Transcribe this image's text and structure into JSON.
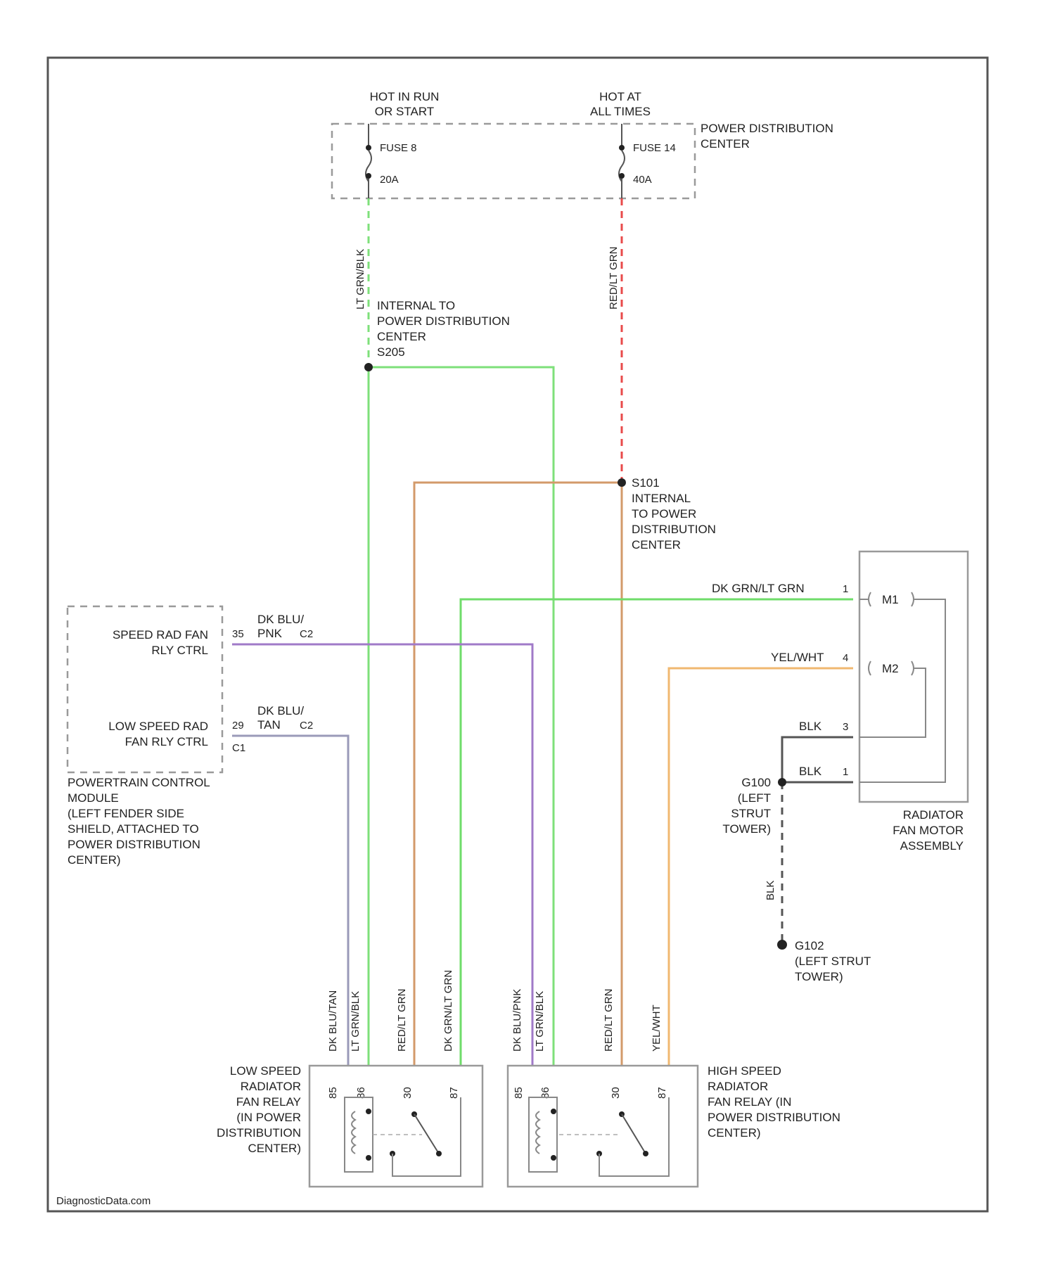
{
  "diagram": {
    "source_labels": {
      "hot_run": [
        "HOT IN RUN",
        "OR START"
      ],
      "hot_all": [
        "HOT AT",
        "ALL TIMES"
      ]
    },
    "pdc_label": [
      "POWER DISTRIBUTION",
      "CENTER"
    ],
    "fuse_a": {
      "name": "FUSE 8",
      "rating": "20A"
    },
    "fuse_b": {
      "name": "FUSE 14",
      "rating": "40A"
    },
    "wire_colors": {
      "lt_green": "#7ee07a",
      "red": "#e84a4a",
      "tan": "#d39a6a",
      "dk_green": "#6fdc6a",
      "violet": "#a07ac8",
      "gray_blue": "#9a9ab8",
      "yellow_orange": "#f0b870",
      "black": "#555555"
    },
    "wire_labels": {
      "lt_grn": "LT GRN/BLK",
      "red_lt_grn": "RED/LT GRN",
      "dk_grn_lt_grn": "DK GRN/LT GRN",
      "yel_wht": "YEL/WHT",
      "blk1": "BLK",
      "blk2": "BLK",
      "blk_vert": "BLK",
      "dk_blu_pnk": [
        "DK BLU/",
        "PNK"
      ],
      "dk_blu_tan": [
        "DK BLU/",
        "TAN"
      ]
    },
    "splices": {
      "s205": [
        "INTERNAL TO",
        "POWER DISTRIBUTION",
        "CENTER",
        "S205"
      ],
      "s101": [
        "S101",
        "INTERNAL",
        "TO POWER",
        "DISTRIBUTION",
        "CENTER"
      ]
    },
    "pcm": {
      "high_ctrl": [
        "SPEED RAD FAN",
        "RLY CTRL"
      ],
      "high_pin": "35",
      "high_conn": "C2",
      "low_ctrl": [
        "LOW SPEED RAD",
        "FAN RLY CTRL"
      ],
      "low_pin": "29",
      "low_conn": "C2",
      "low_conn2": "C1",
      "desc": [
        "POWERTRAIN CONTROL",
        "MODULE",
        "(LEFT FENDER SIDE",
        "SHIELD, ATTACHED TO",
        "POWER DISTRIBUTION",
        "CENTER)"
      ]
    },
    "motor": {
      "pin1": "1",
      "pin2": "4",
      "pin3": "3",
      "pin4": "1",
      "m1": "M1",
      "m2": "M2",
      "desc": [
        "RADIATOR",
        "FAN MOTOR",
        "ASSEMBLY"
      ]
    },
    "grounds": {
      "g100": [
        "G100",
        "(LEFT",
        "STRUT",
        "TOWER)"
      ],
      "g102": [
        "G102",
        "(LEFT STRUT",
        "TOWER)"
      ]
    },
    "low_relay": {
      "desc": [
        "LOW SPEED",
        "RADIATOR",
        "FAN RELAY",
        "(IN POWER",
        "DISTRIBUTION",
        "CENTER)"
      ],
      "wires": [
        "DK BLU/TAN",
        "LT GRN/BLK",
        "RED/LT GRN",
        "DK GRN/LT GRN"
      ],
      "pins": [
        "85",
        "86",
        "30",
        "87"
      ]
    },
    "high_relay": {
      "desc": [
        "HIGH SPEED",
        "RADIATOR",
        "FAN RELAY (IN",
        "POWER DISTRIBUTION",
        "CENTER)"
      ],
      "wires": [
        "DK BLU/PNK",
        "LT GRN/BLK",
        "RED/LT GRN",
        "YEL/WHT"
      ],
      "pins": [
        "85",
        "86",
        "30",
        "87"
      ]
    },
    "watermark": "DiagnosticData.com"
  }
}
